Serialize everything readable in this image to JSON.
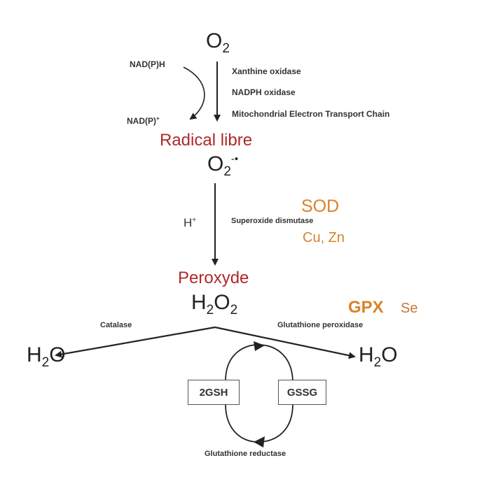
{
  "top": {
    "o2": {
      "base": "O",
      "sub": "2"
    },
    "nadph": "NAD(P)H",
    "nadp_plus": {
      "base": "NAD(P)",
      "sup": "+"
    },
    "enzymes": [
      "Xanthine oxidase",
      "NADPH oxidase",
      "Mitochondrial Electron Transport Chain"
    ]
  },
  "radical": {
    "title": "Radical libre",
    "formula": {
      "base": "O",
      "sub": "2",
      "sup": "-•"
    }
  },
  "sod_step": {
    "h_plus": {
      "base": "H",
      "sup": "+"
    },
    "enzyme": "Superoxide dismutase",
    "sod": "SOD",
    "cofactors": "Cu, Zn"
  },
  "peroxide": {
    "title": "Peroxyde",
    "formula": {
      "h": "H",
      "sub1": "2",
      "o": "O",
      "sub2": "2"
    }
  },
  "branches": {
    "catalase": "Catalase",
    "gpx_enzyme": "Glutathione peroxidase",
    "gpx": "GPX",
    "gpx_cofactor": "Se",
    "water": {
      "h": "H",
      "sub": "2",
      "o": "O"
    }
  },
  "cycle": {
    "gsh": "2GSH",
    "gssg": "GSSG",
    "reductase": "Glutathione reductase"
  },
  "colors": {
    "red": "#b0282a",
    "orange": "#d8832b",
    "line": "#222222"
  }
}
